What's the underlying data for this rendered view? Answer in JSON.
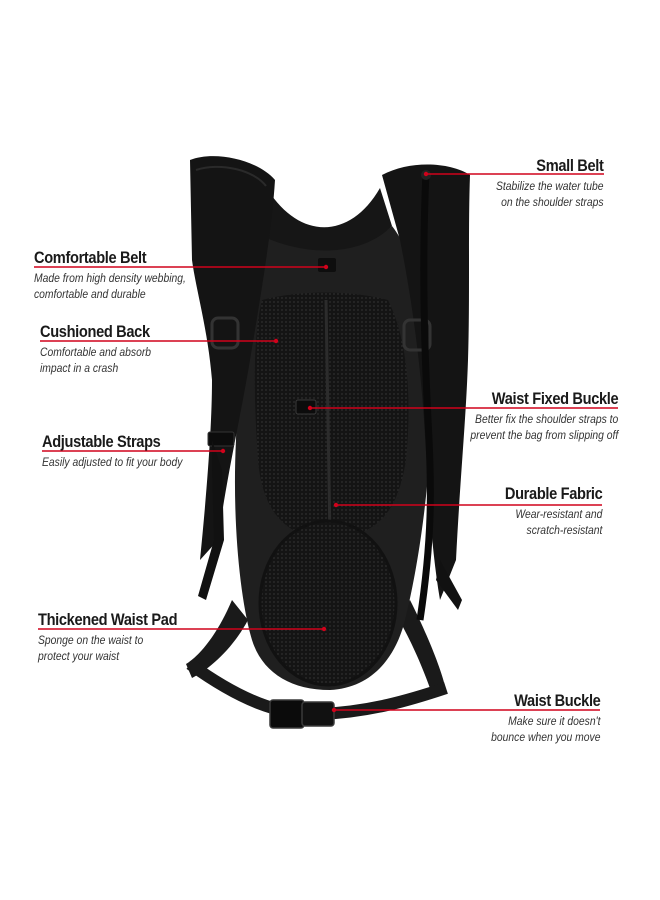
{
  "colors": {
    "background": "#ffffff",
    "callout_line": "#d0021b",
    "bag_body": "#1c1c1c",
    "bag_mesh": "#111111",
    "text": "#1a1a1a"
  },
  "callouts": [
    {
      "id": "small-belt",
      "side": "right",
      "title": "Small Belt",
      "desc": [
        "Stabilize the water tube",
        "on the shoulder straps"
      ]
    },
    {
      "id": "comfortable-belt",
      "side": "left",
      "title": "Comfortable Belt",
      "desc": [
        "Made from high density webbing,",
        "comfortable and durable"
      ]
    },
    {
      "id": "cushioned-back",
      "side": "left",
      "title": "Cushioned Back",
      "desc": [
        "Comfortable and absorb",
        "impact in a crash"
      ]
    },
    {
      "id": "waist-fixed-buckle",
      "side": "right",
      "title": "Waist Fixed Buckle",
      "desc": [
        "Better fix the shoulder straps to",
        "prevent the bag from slipping off"
      ]
    },
    {
      "id": "adjustable-straps",
      "side": "left",
      "title": "Adjustable Straps",
      "desc": [
        "Easily adjusted to fit your body"
      ]
    },
    {
      "id": "durable-fabric",
      "side": "right",
      "title": "Durable Fabric",
      "desc": [
        "Wear-resistant and",
        "scratch-resistant"
      ]
    },
    {
      "id": "thickened-waist-pad",
      "side": "left",
      "title": "Thickened Waist Pad",
      "desc": [
        "Sponge on the waist to",
        "protect your waist"
      ]
    },
    {
      "id": "waist-buckle",
      "side": "right",
      "title": "Waist Buckle",
      "desc": [
        "Make sure it doesn't",
        "bounce when you move"
      ]
    }
  ]
}
